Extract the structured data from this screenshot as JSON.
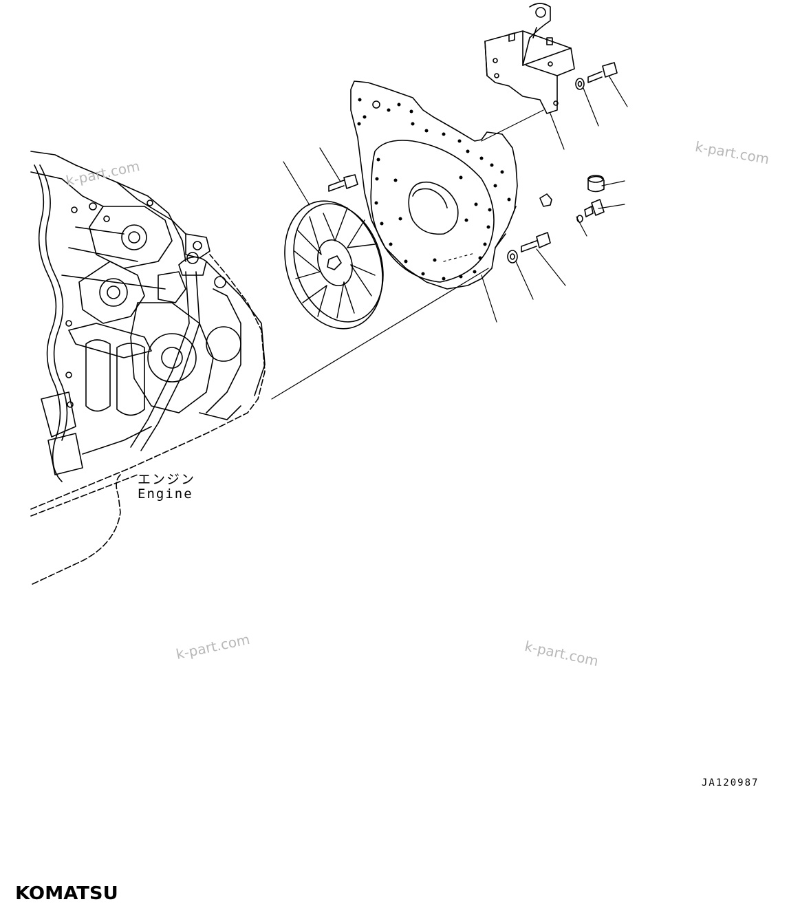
{
  "labels": {
    "engine_jp": "エンジン",
    "engine_en": "Engine"
  },
  "watermarks": [
    "k-part.com",
    "k-part.com",
    "k-part.com",
    "k-part.com"
  ],
  "drawing_number": "JA120987",
  "brand": "KOMATSU"
}
